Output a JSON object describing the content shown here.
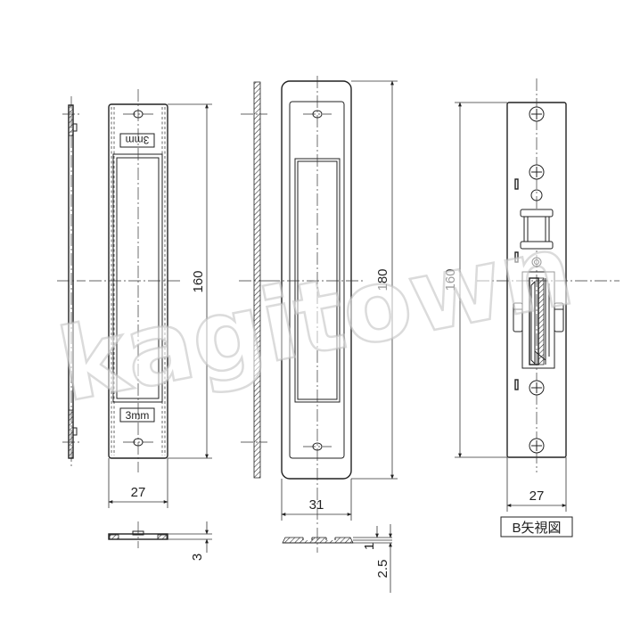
{
  "views": {
    "front_plate": {
      "label_top": "3mm",
      "label_bottom": "3mm",
      "dim_height": "160",
      "dim_width": "27",
      "dim_thickness": "3"
    },
    "cover_plate": {
      "dim_height": "180",
      "dim_width": "31",
      "dim_thickness_a": "1",
      "dim_thickness_b": "2.5"
    },
    "b_view": {
      "dim_height": "160",
      "dim_width": "27",
      "caption": "B矢視図"
    }
  },
  "watermark": "kagitown",
  "colors": {
    "line": "#222222",
    "background": "#ffffff"
  }
}
